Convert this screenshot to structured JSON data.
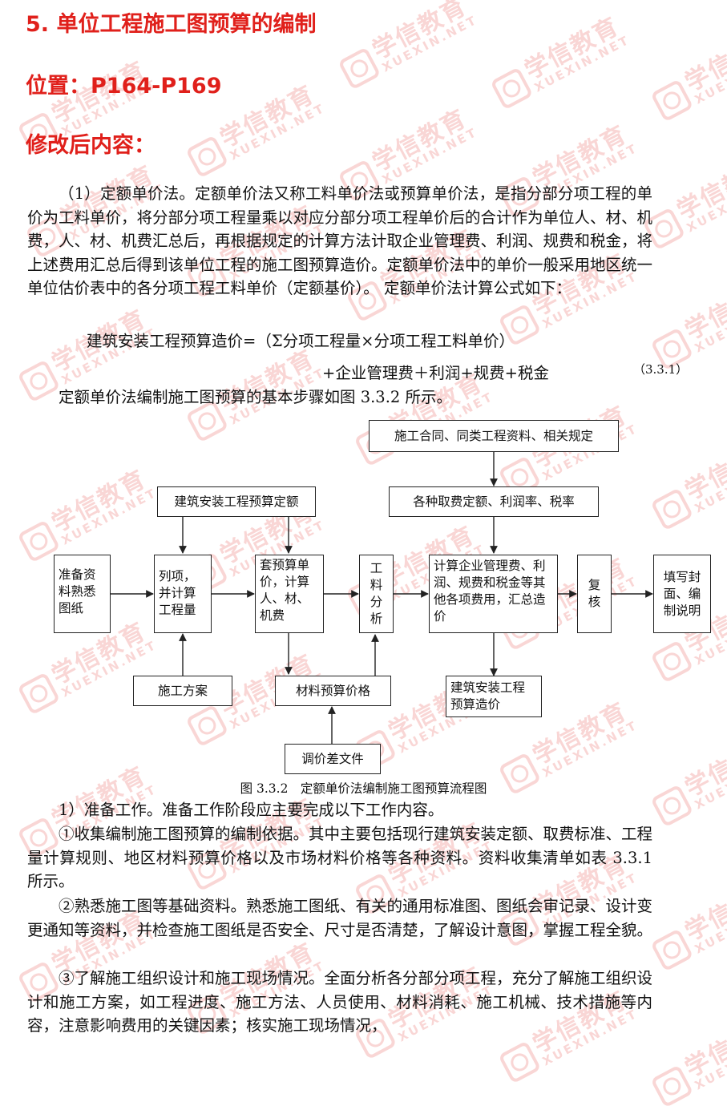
{
  "headings": {
    "section": "5. 单位工程施工图预算的编制",
    "location": "位置：P164-P169",
    "modified": "修改后内容："
  },
  "paragraphs": {
    "p1": "（1）定额单价法。定额单价法又称工料单价法或预算单价法，是指分部分项工程的单价为工料单价，将分部分项工程量乘以对应分部分项工程单价后的合计作为单位人、材、机费，人、材、机费汇总后，再根据规定的计算方法计取企业管理费、利润、规费和税金，将上述费用汇总后得到该单位工程的施工图预算造价。定额单价法中的单价一般采用地区统一单位估价表中的各分项工程工料单价（定额基价）。 定额单价法计算公式如下：",
    "formula_line1": "建筑安装工程预算造价=（Σ分项工程量×分项工程工料单价）",
    "formula_line2": "+企业管理费＋利润+规费+税金",
    "formula_no": "（3.3.1）",
    "p2": "定额单价法编制施工图预算的基本步骤如图 3.3.2 所示。",
    "step1": "1）准备工作。准备工作阶段应主要完成以下工作内容。",
    "step1a": "①收集编制施工图预算的编制依据。其中主要包括现行建筑安装定额、取费标准、工程量计算规则、地区材料预算价格以及市场材料价格等各种资料。资料收集清单如表 3.3.1 所示。",
    "step1b": "②熟悉施工图等基础资料。熟悉施工图纸、有关的通用标准图、图纸会审记录、设计变更通知等资料，并检查施工图纸是否安全、尺寸是否清楚，了解设计意图，掌握工程全貌。",
    "step1c": "③了解施工组织设计和施工现场情况。全面分析各分部分项工程，充分了解施工组织设计和施工方案，如工程进度、施工方法、人员使用、材料消耗、施工机械、技术措施等内容，注意影响费用的关键因素；核实施工现场情况，"
  },
  "flowchart": {
    "caption": "图 3.3.2　定额单价法编制施工图预算流程图",
    "nodes": {
      "contract": "施工合同、同类工程资料、相关规定",
      "quota": "建筑安装工程预算定额",
      "fees": "各种取费定额、利润率、税率",
      "prepare": "准备资料熟悉图纸",
      "items": "列项，并计算工程量",
      "apply": "套预算单价，计算人、材、机费",
      "analysis": "工料分析",
      "calc": "计算企业管理费、利润、规费和税金等其他各项费用，汇总造价",
      "review": "复核",
      "fill": "填写封面、编制说明",
      "plan": "施工方案",
      "material": "材料预算价格",
      "result": "建筑安装工程预算造价",
      "adjust": "调价差文件"
    }
  },
  "watermark": {
    "cn": "学信教育",
    "en": "XUEXIN.NET",
    "color": "#e0201b",
    "icon": "seal-logo-icon"
  }
}
